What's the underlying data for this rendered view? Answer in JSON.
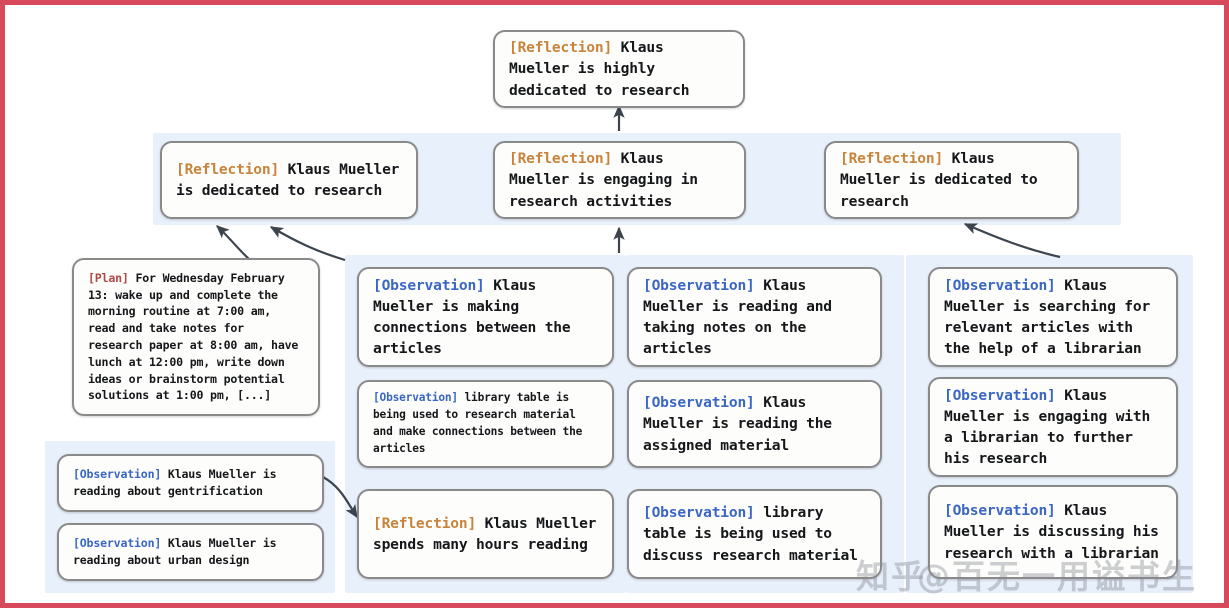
{
  "figure": {
    "title": "Memory stream reflection tree for Klaus Mueller",
    "border_color": "#d64a5c",
    "panel_color": "#e8f0fb",
    "node_border_color": "#8a8a8a",
    "tag_colors": {
      "reflection": "#c8843c",
      "observation": "#3a66c4",
      "plan": "#b04848"
    }
  },
  "tags": {
    "reflection": "[Reflection]",
    "observation": "[Observation]",
    "plan": "[Plan]"
  },
  "root": {
    "tag": "[Reflection]",
    "text": " Klaus Mueller is highly dedicated to research"
  },
  "reflections": [
    {
      "tag": "[Reflection]",
      "text": " Klaus Mueller is dedicated to research"
    },
    {
      "tag": "[Reflection]",
      "text": " Klaus Mueller is engaging in research activities"
    },
    {
      "tag": "[Reflection]",
      "text": " Klaus Mueller is dedicated to research"
    }
  ],
  "plan_node": {
    "tag": "[Plan]",
    "text": " For Wednesday February 13: wake up and complete the morning routine at 7:00 am, read and take notes for research paper at 8:00 am, have lunch at 12:00 pm, write down ideas or brainstorm potential solutions at 1:00 pm, [...]"
  },
  "left_observations": [
    {
      "tag": "[Observation]",
      "text": " Klaus Mueller is reading about gentrification"
    },
    {
      "tag": "[Observation]",
      "text": " Klaus Mueller is reading about urban design"
    }
  ],
  "column_a": [
    {
      "tag": "[Observation]",
      "text": " Klaus Mueller is making connections between the articles"
    },
    {
      "tag": "[Observation]",
      "text": " library table is being used to research material and make connections between the articles"
    },
    {
      "tag": "[Reflection]",
      "text": " Klaus Mueller spends many hours reading"
    }
  ],
  "column_b": [
    {
      "tag": "[Observation]",
      "text": " Klaus Mueller is reading and taking notes on the articles"
    },
    {
      "tag": "[Observation]",
      "text": " Klaus Mueller is reading the assigned material"
    },
    {
      "tag": "[Observation]",
      "text": " library table is being used to discuss research material"
    }
  ],
  "column_c": [
    {
      "tag": "[Observation]",
      "text": " Klaus Mueller is searching for relevant articles with the help of a librarian"
    },
    {
      "tag": "[Observation]",
      "text": " Klaus Mueller is engaging with a librarian to further his research"
    },
    {
      "tag": "[Observation]",
      "text": " Klaus Mueller is discussing his research with a librarian"
    }
  ],
  "watermark": {
    "zhihu": "知乎",
    "handle": "@百无一用谥书生"
  }
}
